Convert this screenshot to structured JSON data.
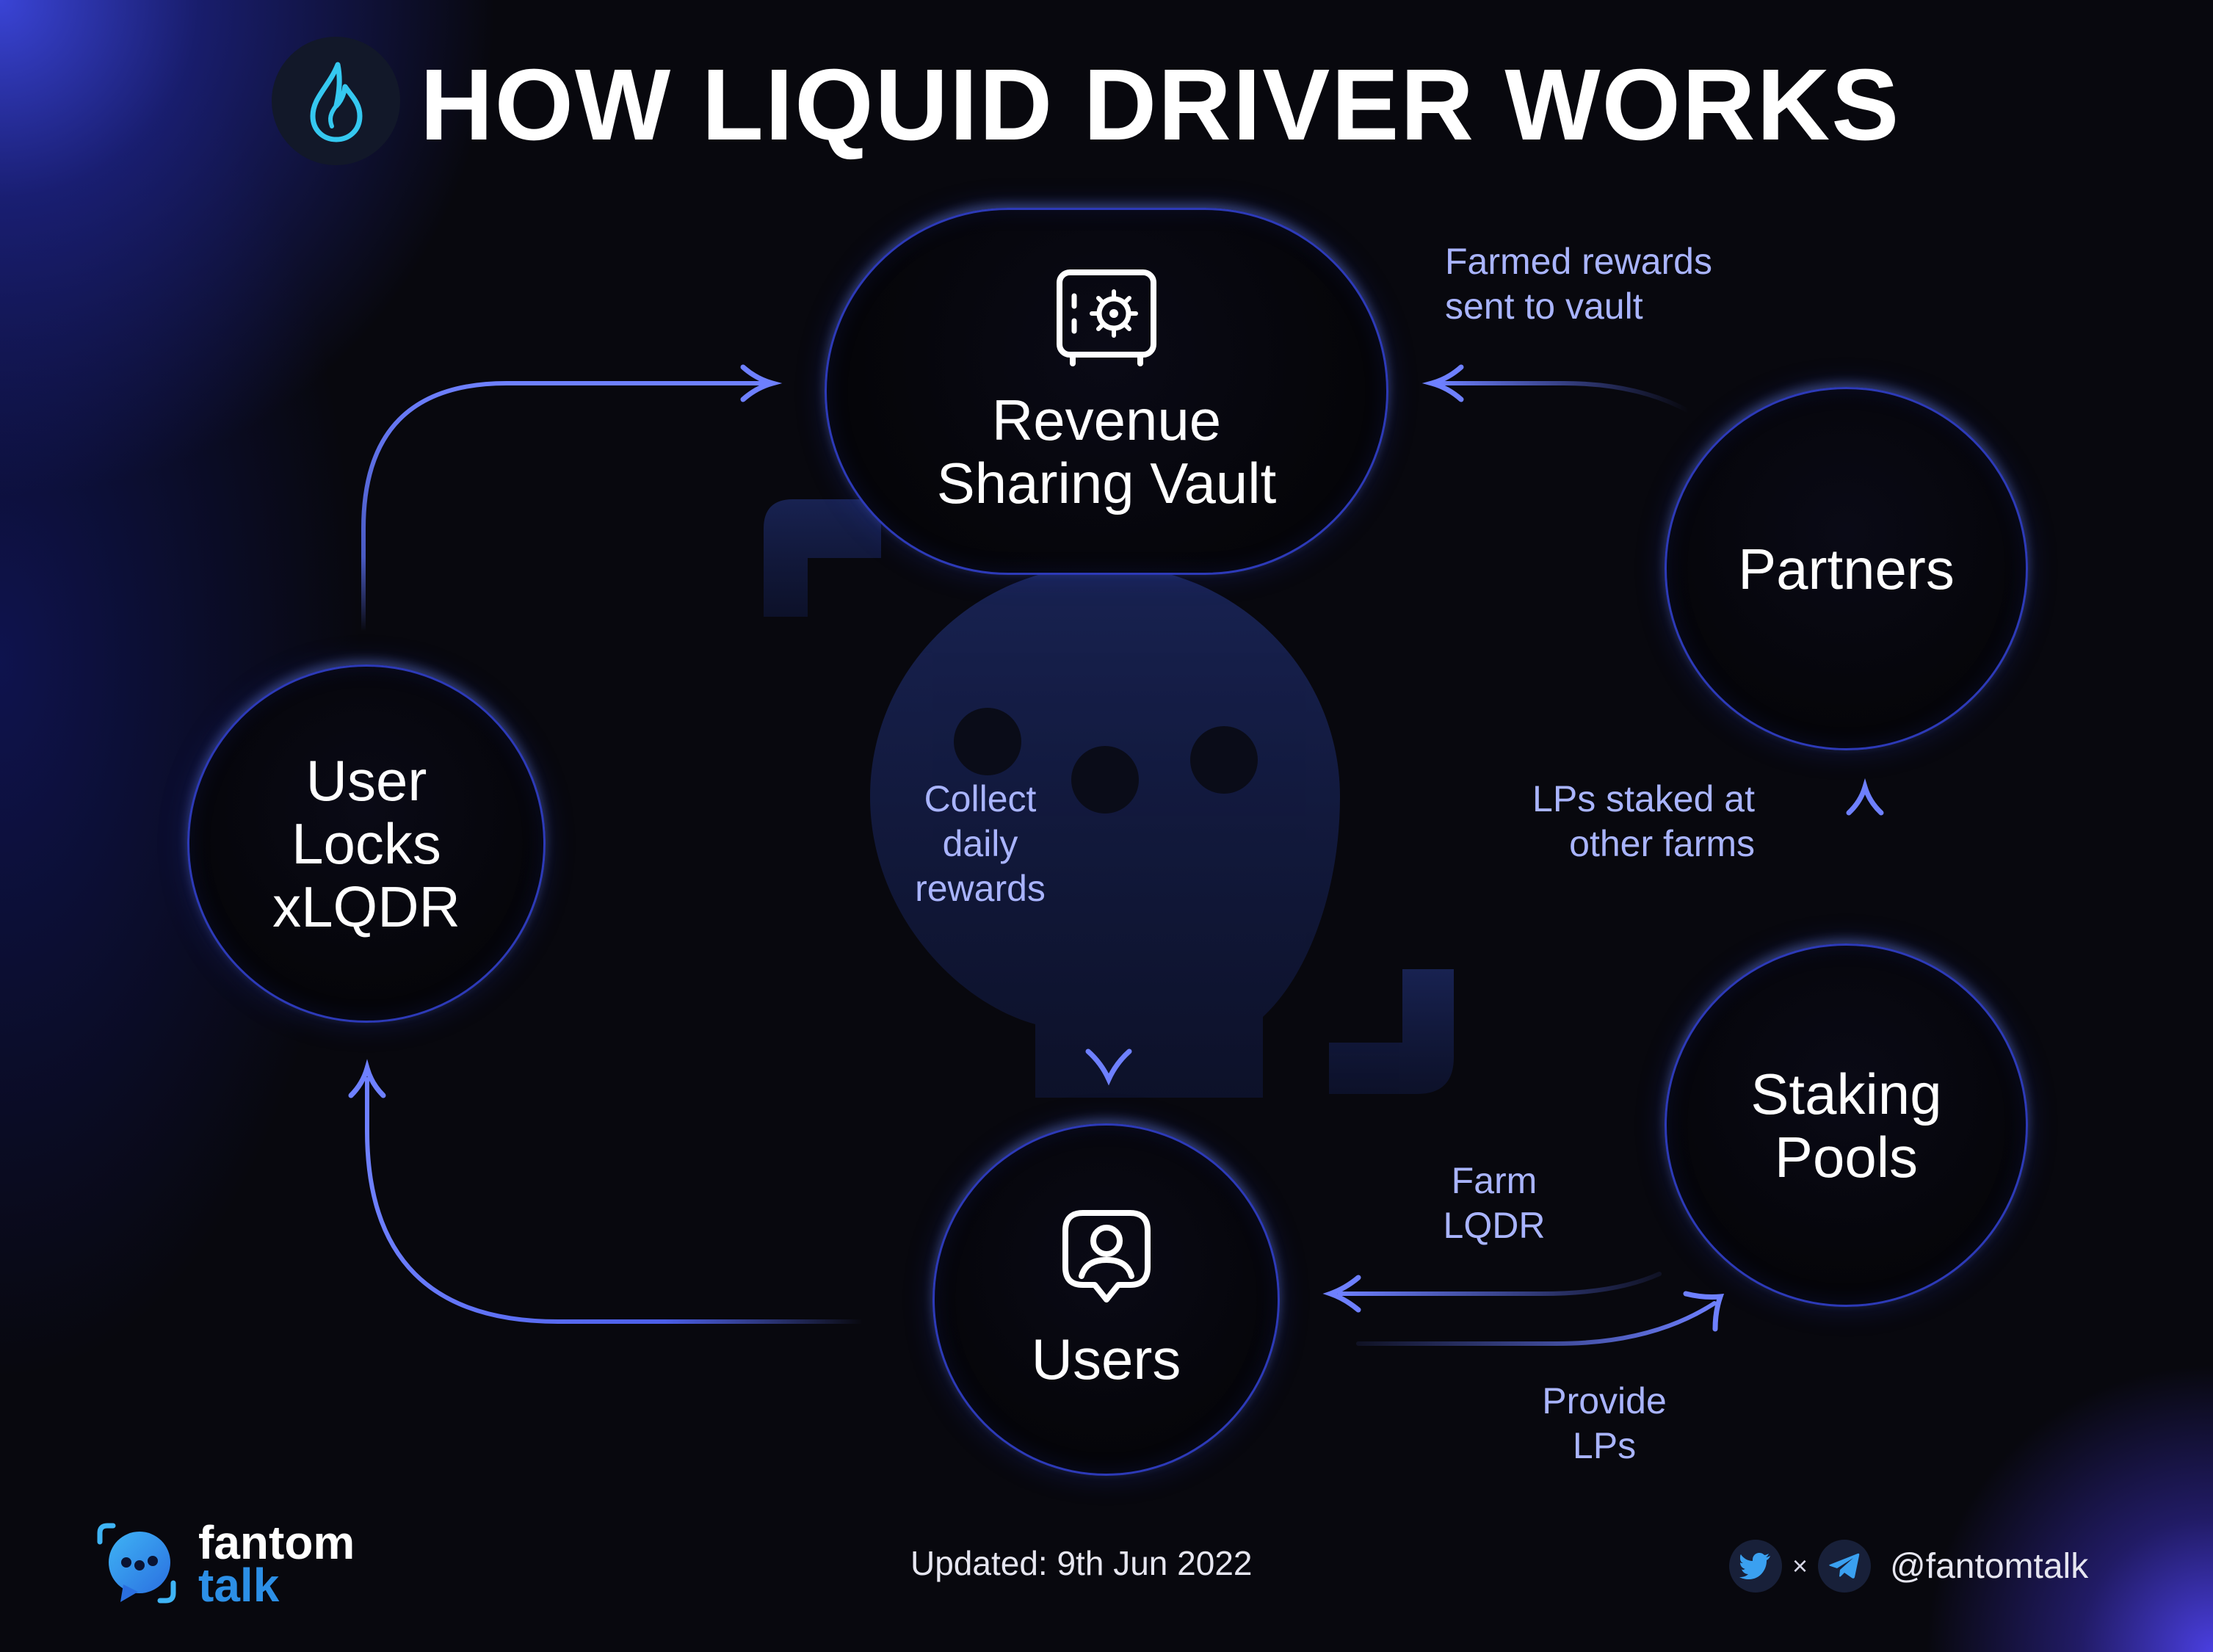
{
  "title": "HOW LIQUID DRIVER WORKS",
  "nodes": {
    "vault": "Revenue\nSharing Vault",
    "partners": "Partners",
    "user_locks": "User\nLocks\nxLQDR",
    "staking_pools": "Staking\nPools",
    "users": "Users"
  },
  "flows": {
    "farmed_rewards": "Farmed rewards\nsent to vault",
    "collect_rewards": "Collect\ndaily\nrewards",
    "lps_staked": "LPs staked at\nother farms",
    "farm_lqdr": "Farm\nLQDR",
    "provide_lps": "Provide\nLPs"
  },
  "footer": {
    "brand_line1": "fantom",
    "brand_line2": "talk",
    "updated": "Updated: 9th Jun 2022",
    "separator": "×",
    "handle": "@fantomtalk"
  },
  "icons": {
    "title_logo": "droplet-icon",
    "vault": "safe-icon",
    "users": "user-icon",
    "brand": "chat-bubble-icon",
    "social_1": "twitter-icon",
    "social_2": "telegram-icon"
  },
  "colors": {
    "accent": "#5b6cf2",
    "arrow": "#5a6ff0",
    "label": "#a9b4ff",
    "node_border": "#2d3ab8",
    "logo_cyan": "#35c8f0",
    "brand_blue": "#2c8fe6"
  }
}
